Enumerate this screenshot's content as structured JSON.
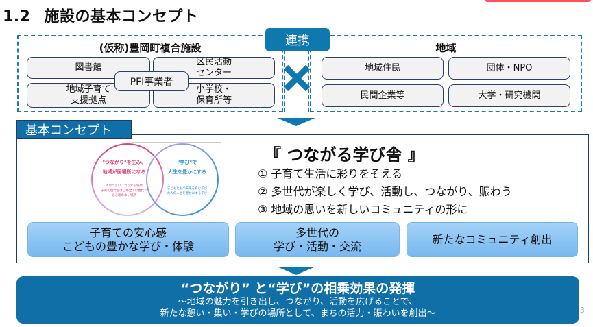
{
  "header": {
    "section_number": "1.2",
    "title": "施設の基本コンセプト"
  },
  "facility": {
    "heading": "(仮称)豊岡町複合施設",
    "items": [
      {
        "line1": "図書館",
        "line2": ""
      },
      {
        "line1": "区民活動",
        "line2": "センター"
      },
      {
        "line1": "地域子育て",
        "line2": "支援拠点"
      },
      {
        "line1": "小学校・",
        "line2": "保育所等"
      }
    ],
    "operator": "PFI事業者"
  },
  "link": {
    "label": "連携",
    "icon": "cross-icon"
  },
  "region": {
    "heading": "地域",
    "items": [
      "地域住民",
      "団体・NPO",
      "民間企業等",
      "大学・研究機関"
    ]
  },
  "concept": {
    "tab_label": "基本コンセプト",
    "venn": {
      "left_title_1": "\"つながり\"を生み、",
      "left_title_2": "地域が居場所になる",
      "left_body_1": "人がつどい、つながる場所",
      "left_body_2": "子育て世代をはじめ全ての世代に",
      "left_body_3": "居心地のよい場所",
      "right_title_1": "\"学び\"で",
      "right_title_2": "人生を豊かにする",
      "right_body_1": "子どもたちの未来を育む学び",
      "right_body_2": "大人の人生を豊かにする学び",
      "colors": {
        "left": "#e0407a",
        "right": "#2f8fe0"
      }
    },
    "slogan": "『 つながる学び舎 』",
    "points": [
      "① 子育て生活に彩りをそえる",
      "② 多世代が楽しく学び、活動し、つながり、賑わう",
      "③ 地域の思いを新しいコミュニティの形に"
    ],
    "values": [
      {
        "line1": "子育ての安心感",
        "line2": "こどもの豊かな学び・体験"
      },
      {
        "line1": "多世代の",
        "line2": "学び・活動・交流"
      },
      {
        "line1": "新たなコミュニティ創出",
        "line2": ""
      }
    ]
  },
  "synergy": {
    "title": "“つながり” と“学び”の相乗効果の発揮",
    "sub1": "～地域の魅力を引き出し、つながり、活動を広げることで、",
    "sub2": "新たな憩い・集い・学びの場所として、まちの活力・賑わいを創出～"
  },
  "page_number": "3",
  "colors": {
    "primary": "#0f6fa6",
    "dash": "#1a7ab0",
    "accent_red": "#ff5252",
    "value_box": "#8cc4f4"
  }
}
